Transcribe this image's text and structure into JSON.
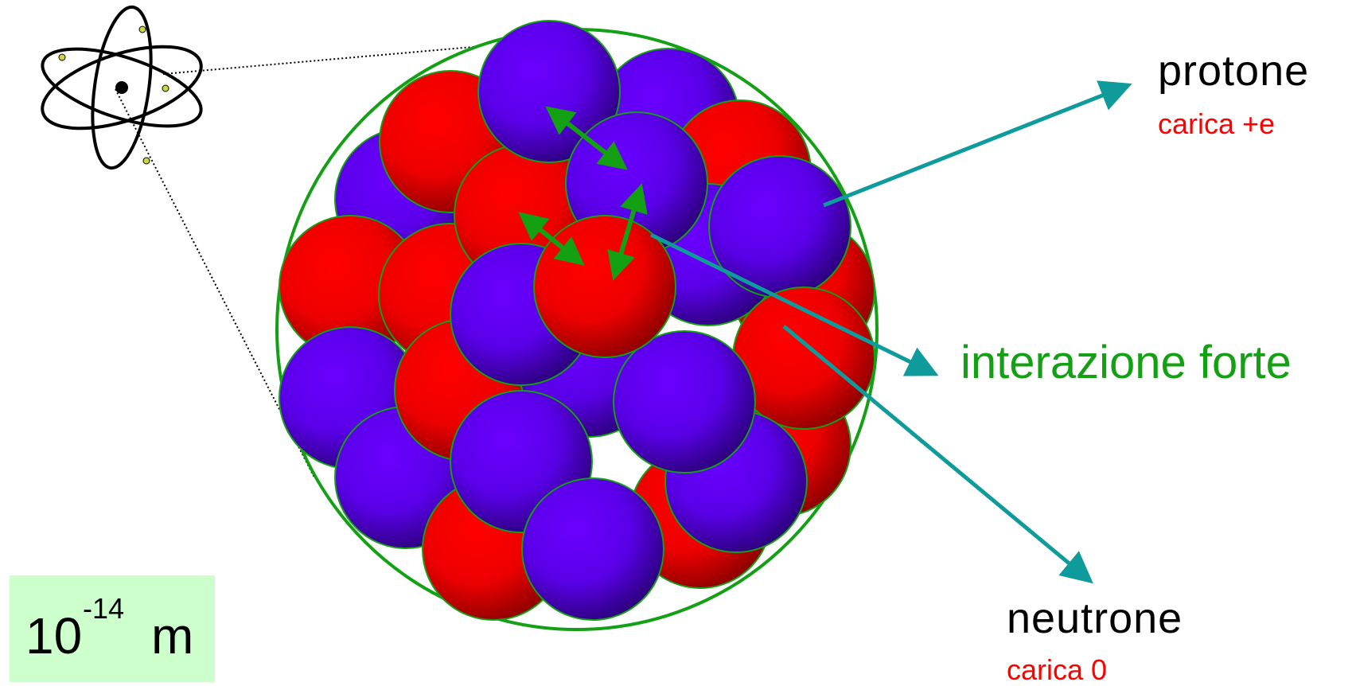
{
  "labels": {
    "proton": "protone",
    "proton_charge": "carica +e",
    "strong_interaction": "interazione forte",
    "neutron": "neutrone",
    "neutron_charge": "carica 0"
  },
  "scale": {
    "base": "10",
    "exponent": "-14",
    "unit": "m"
  },
  "colors": {
    "proton": "#ff0000",
    "neutron": "#6a00ff",
    "strong_interaction": "#13a013",
    "pointer": "#0f9b9b",
    "charge_text": "#ff0000",
    "scale_box": "#ccffcc",
    "nucleus_outline": "#14a014"
  },
  "icons": {
    "atom": "atom-icon"
  }
}
